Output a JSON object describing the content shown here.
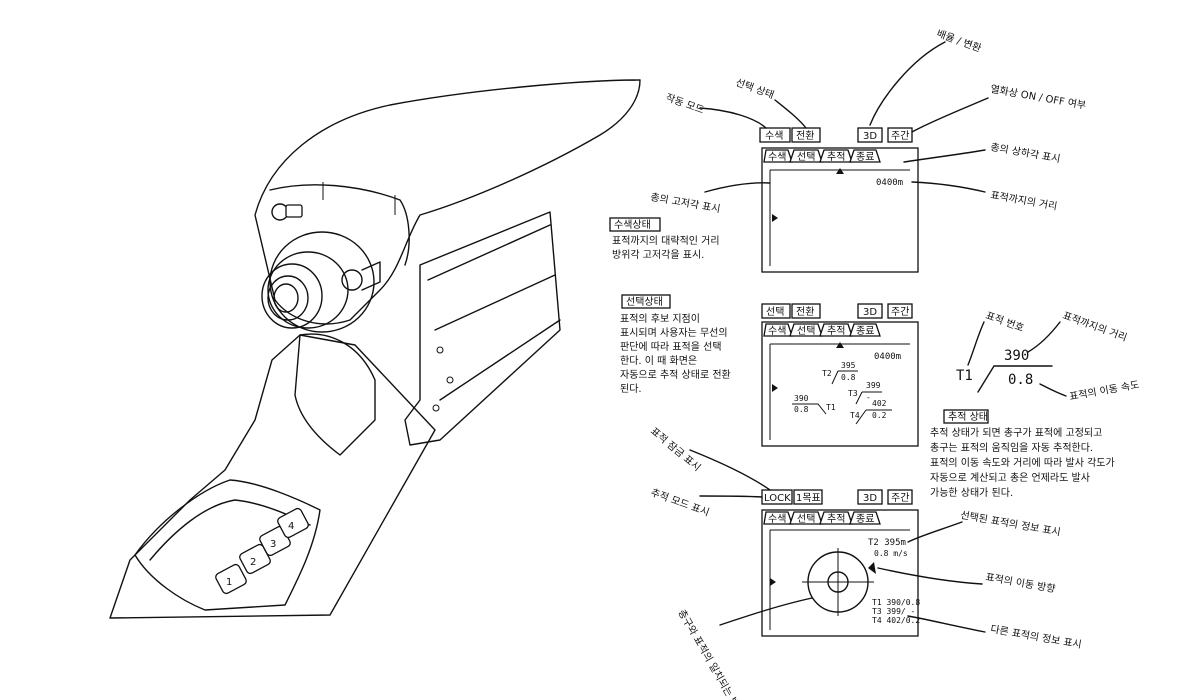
{
  "device": {
    "button_labels": [
      "1",
      "2",
      "3",
      "4"
    ]
  },
  "screen1": {
    "buttons": [
      "수색",
      "전환",
      "3D",
      "주간"
    ],
    "tabs": [
      "수색",
      "선택",
      "추적",
      "종료"
    ],
    "distance": "0400m",
    "callouts": {
      "mode_code": "작동 모드",
      "select_status": "선택 상태",
      "zoom": "배율 / 변환",
      "thermal": "열화상 ON / OFF 여부",
      "horizontal": "총의 상하각 표시",
      "vertical": "총의 고저각 표시",
      "distance": "표적까지의 거리"
    },
    "desc_title": "수색상태",
    "desc_lines": [
      "표적까지의 대략적인 거리",
      "방위각 고저각을 표시."
    ]
  },
  "screen2": {
    "buttons": [
      "선택",
      "전환",
      "3D",
      "주간"
    ],
    "tabs": [
      "수색",
      "선택",
      "추적",
      "종료"
    ],
    "distance": "0400m",
    "targets": [
      {
        "id": "T1",
        "dist": "390",
        "speed": "0.8"
      },
      {
        "id": "T2",
        "dist": "395",
        "speed": "0.8"
      },
      {
        "id": "T3",
        "dist": "399",
        "speed": "-"
      },
      {
        "id": "T4",
        "dist": "402",
        "speed": "0.2"
      }
    ],
    "desc_title": "선택상태",
    "desc_lines": [
      "표적의 후보 지점이",
      "표시되며 사용자는 무선의",
      "판단에 따라 표적을 선택",
      "한다. 이 때 화면은",
      "자동으로 추적 상태로 전환",
      "된다."
    ]
  },
  "legend": {
    "id": "T1",
    "dist": "390",
    "speed": "0.8",
    "callouts": {
      "id": "표적 번호",
      "dist": "표적까지의 거리",
      "speed": "표적의 이동 속도"
    }
  },
  "tracking_desc": {
    "title": "추적 상태",
    "lines": [
      "추적 상태가 되면 총구가 표적에 고정되고",
      "총구는 표적의 움직임을 자동 추적한다.",
      "표적의 이동 속도와 거리에 따라 발사 각도가",
      "자동으로 계산되고 총은 언제라도 발사",
      "가능한 상태가 된다."
    ]
  },
  "screen3": {
    "buttons": [
      "LOCK",
      "1목표",
      "3D",
      "주간"
    ],
    "tabs": [
      "수색",
      "선택",
      "추적",
      "종료"
    ],
    "target_label": "T2 395m",
    "target_speed": "0.8 m/s",
    "others": [
      "T1 390/0.8",
      "T3 399/ -",
      "T4 402/0.2"
    ],
    "callouts": {
      "lock": "표적 잠금 표시",
      "mode": "추적 모드 표시",
      "selected": "선택된 표적의 정보 표시",
      "direction": "표적의 이동 방향",
      "range": "총구와 표적의 일치되는 범위",
      "others": "다른 표적의 정보 표시"
    }
  }
}
